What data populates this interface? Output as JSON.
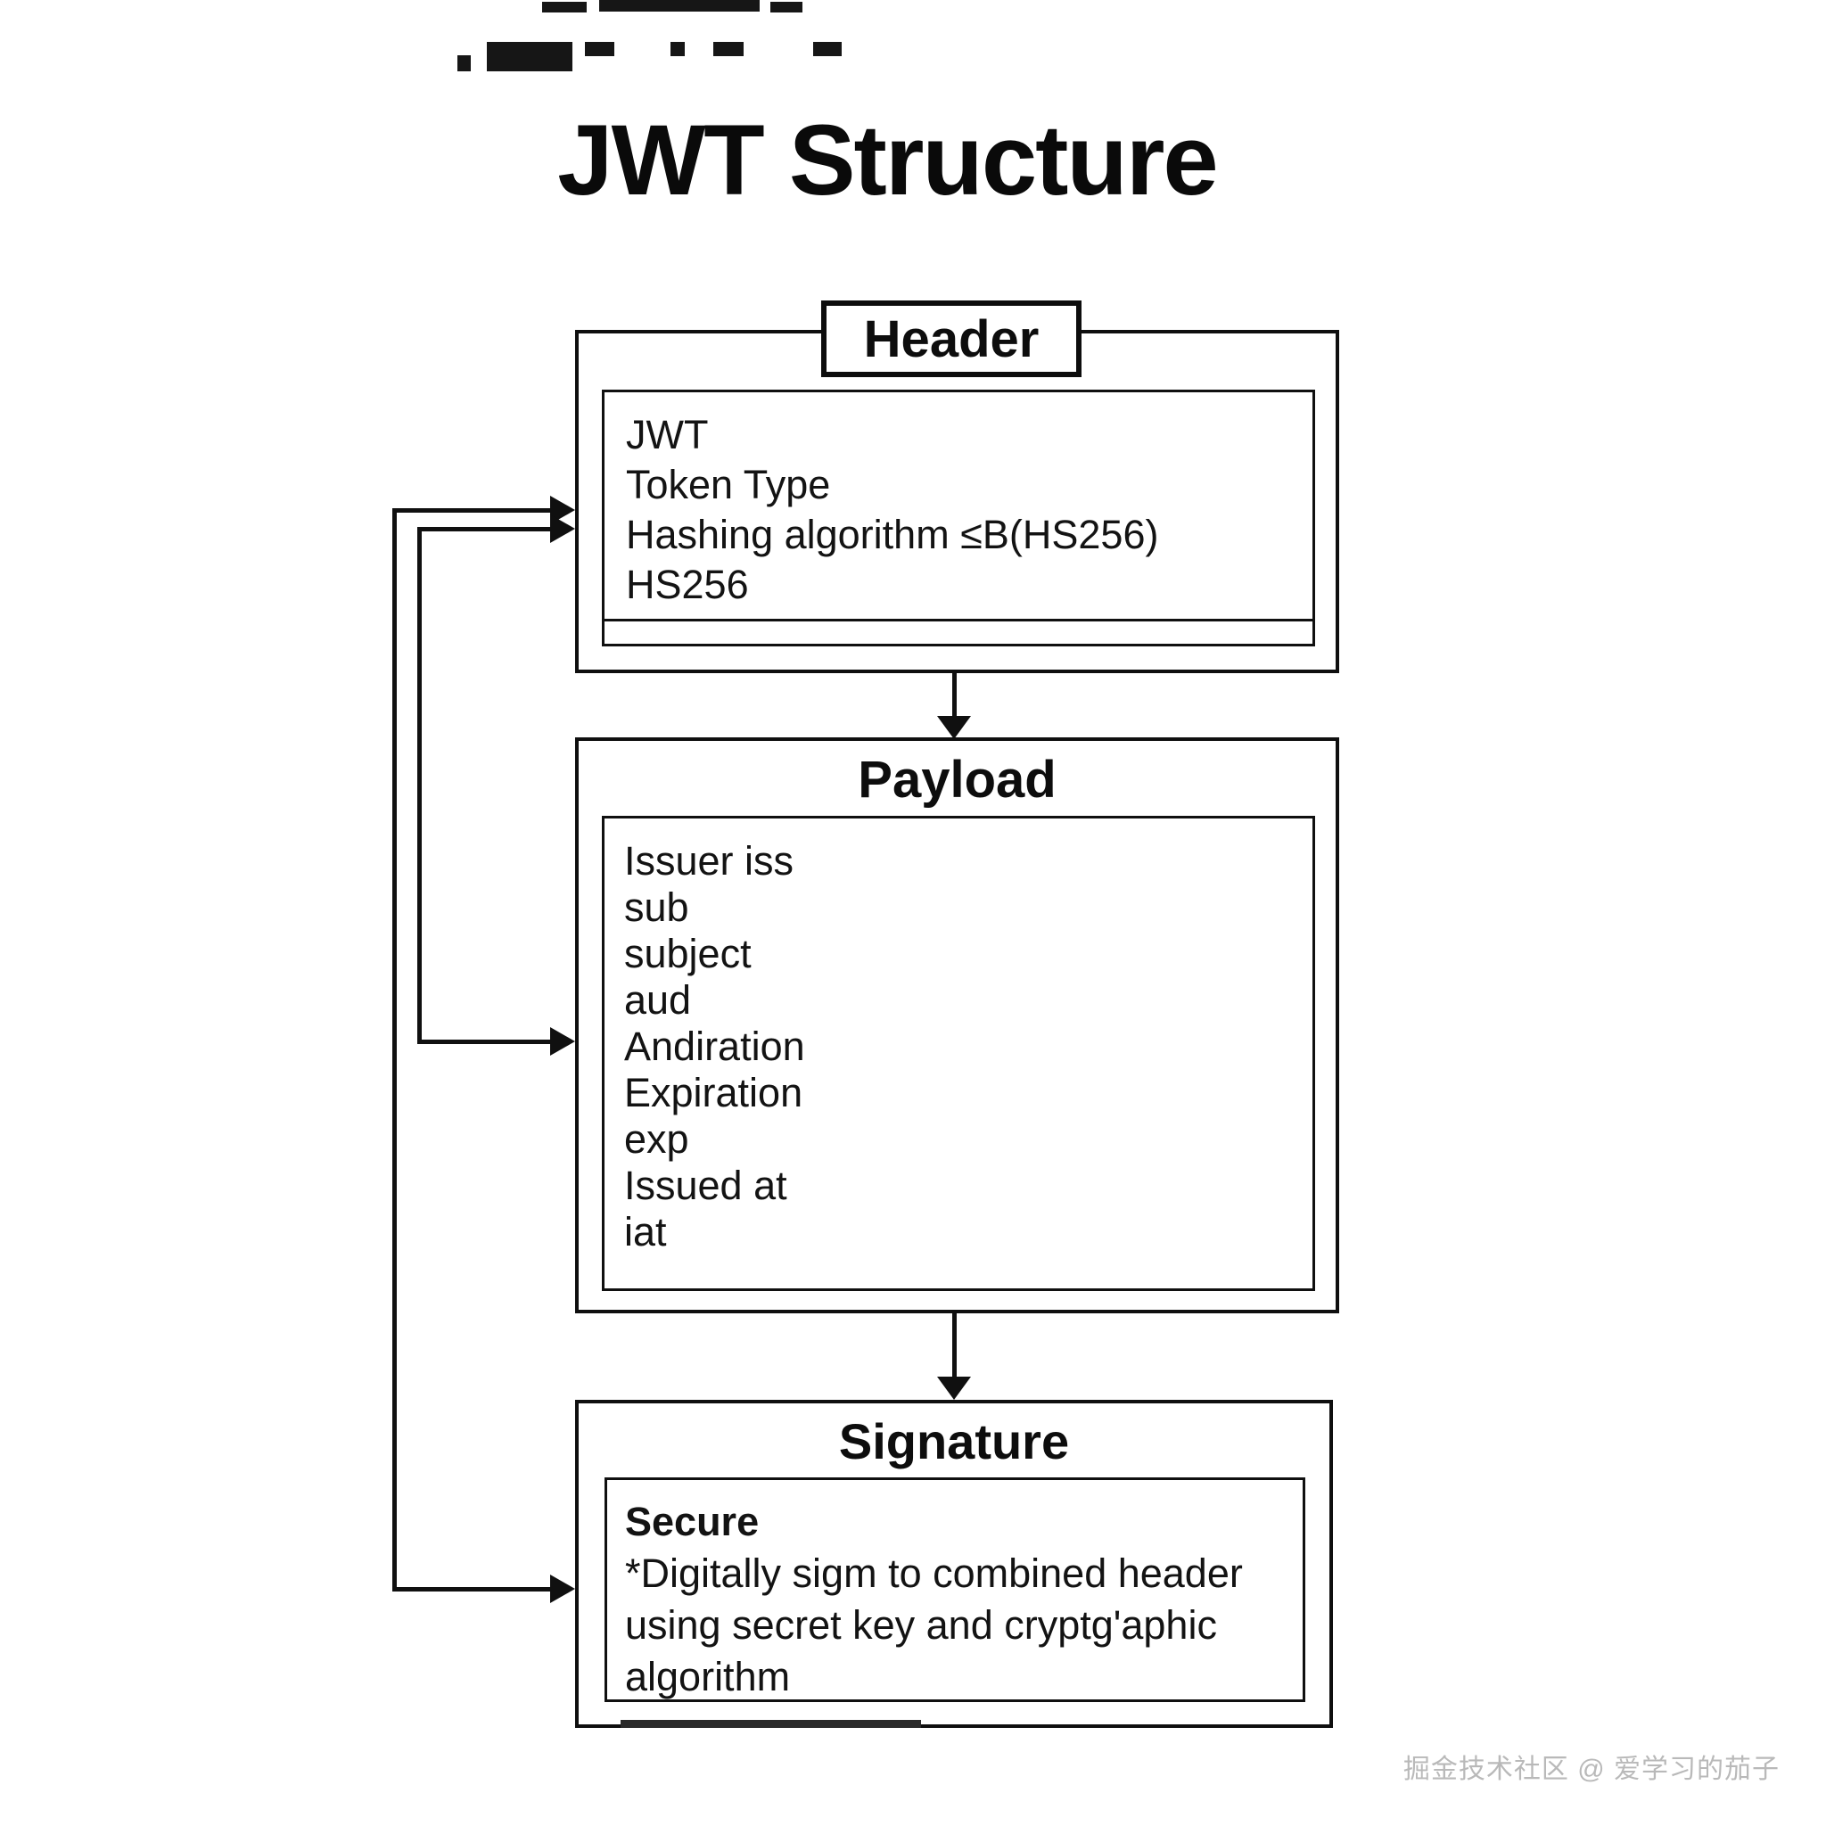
{
  "title": "JWT Structure",
  "diagram": {
    "header": {
      "label": "Header",
      "lines": [
        "JWT",
        "Token Type",
        "Hashing algorithm ≤B(HS256)",
        "HS256"
      ]
    },
    "payload": {
      "label": "Payload",
      "lines": [
        "Issuer iss",
        "sub",
        "subject",
        "aud",
        "Andiration",
        "Expiration",
        "exp",
        "Issued at",
        "iat"
      ]
    },
    "signature": {
      "label": "Signature",
      "heading": "Secure",
      "lines": [
        "*Digitally sigm to combined header",
        "using secret key and cryptg'aphic",
        "algorithm"
      ]
    }
  },
  "watermark": "掘金技术社区 @ 爱学习的茄子",
  "colors": {
    "line": "#101010",
    "background": "#ffffff",
    "watermark_text": "#b9b9b9"
  }
}
